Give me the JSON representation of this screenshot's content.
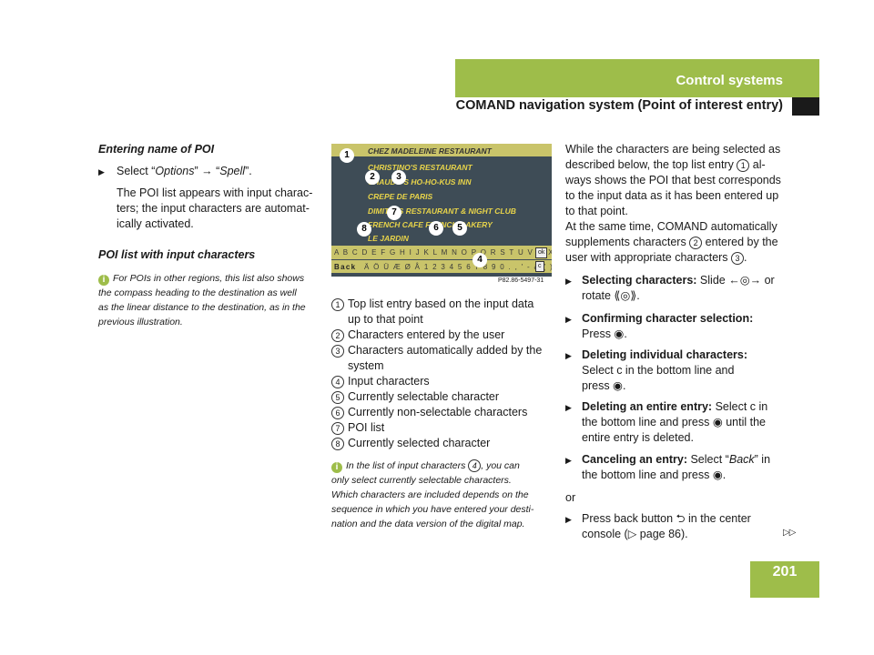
{
  "header": {
    "section": "Control systems",
    "subsection": "COMAND navigation system (Point of interest entry)",
    "page_number": "201",
    "continue_mark": "▷▷"
  },
  "colors": {
    "accent_green": "#9ebd4a",
    "poi_text": "#e8d44a",
    "screen_bg": "#3e4c56"
  },
  "left": {
    "heading": "Entering name of POI",
    "step_prefix": "Select “",
    "step_options": "Options",
    "step_arrow": "” → “",
    "step_spell": "Spell",
    "step_suffix": "”.",
    "para1": "The POI list appears with input charac-",
    "para2": "ters; the input characters are automat-",
    "para3": "ically activated.",
    "heading2": "POI list with input characters",
    "info_icon": "i",
    "note1": "For POIs in other regions, this list also shows",
    "note2": "the compass heading to the destination as well",
    "note3": "as the linear distance to the destination, as in the",
    "note4": "previous illustration."
  },
  "screenshot": {
    "entries": [
      "CHEZ MADELEINE RESTAURANT",
      "CHRISTINO'S RESTAURANT",
      "CHAUDO'S HO-HO-KUS INN",
      "CREPE DE PARIS",
      "DIMITRI'S RESTAURANT & NIGHT CLUB",
      "FRENCH CAFE FRENCH BAKERY",
      "LE JARDIN"
    ],
    "char_row1": "A B C D E F G H I J K L M N O P Q R S T U V W X Y Z _",
    "ok_label": "ok",
    "back_label": "Back",
    "char_row2": "Ä Ö Ü Æ Ø Å 1 2 3 4 5 6 7 8 9 0 . , ' - & ( ) /",
    "c_label": "c",
    "callouts": [
      "1",
      "2",
      "3",
      "4",
      "5",
      "6",
      "7",
      "8"
    ],
    "caption": "P82.86-5497-31"
  },
  "legend": [
    {
      "n": "1",
      "line1": "Top list entry based on the input data",
      "line2": "up to that point"
    },
    {
      "n": "2",
      "line1": "Characters entered by the user"
    },
    {
      "n": "3",
      "line1": "Characters automatically added by the",
      "line2": "system"
    },
    {
      "n": "4",
      "line1": "Input characters"
    },
    {
      "n": "5",
      "line1": "Currently selectable character"
    },
    {
      "n": "6",
      "line1": "Currently non-selectable characters"
    },
    {
      "n": "7",
      "line1": "POI list"
    },
    {
      "n": "8",
      "line1": "Currently selected character"
    }
  ],
  "mid_note": {
    "l1a": "In the list of input characters ",
    "l1n": "4",
    "l1b": ", you can",
    "l2": "only select currently selectable characters.",
    "l3": "Which characters are included depends on the",
    "l4": "sequence in which you have entered your desti-",
    "l5": "nation and the data version of the digital map."
  },
  "right": {
    "intro": [
      "While the characters are being selected as",
      "described below, the top list entry",
      "ways shows the POI that best corresponds",
      "to the input data as it has been entered up",
      "to that point.",
      "At the same time, COMAND automatically",
      "supplements characters",
      "user with appropriate characters"
    ],
    "intro_1_tail": " al-",
    "intro_2_tail": " entered by the",
    "n1": "1",
    "n2": "2",
    "n3": "3",
    "period": ".",
    "steps": [
      {
        "bold": "Selecting characters:",
        "l1": " Slide ←◎→ or",
        "l2": "rotate ⟪◎⟫."
      },
      {
        "bold": "Confirming character selection:",
        "l1": "",
        "l2": "Press ◉."
      },
      {
        "bold": "Deleting individual characters:",
        "l1": "",
        "l2": "Select c in the bottom line and",
        "l3": "press ◉."
      },
      {
        "bold": "Deleting an entire entry:",
        "l1": " Select c in",
        "l2": "the bottom line and press ◉ until the",
        "l3": "entire entry is deleted."
      },
      {
        "bold": "Canceling an entry:",
        "l1": " Select “",
        "l1i": "Back",
        "l1b": "” in",
        "l2": "the bottom line and press ◉."
      }
    ],
    "or": "or",
    "last1": "Press back button ⮌ in the center",
    "last2": "console (▷ page 86)."
  }
}
